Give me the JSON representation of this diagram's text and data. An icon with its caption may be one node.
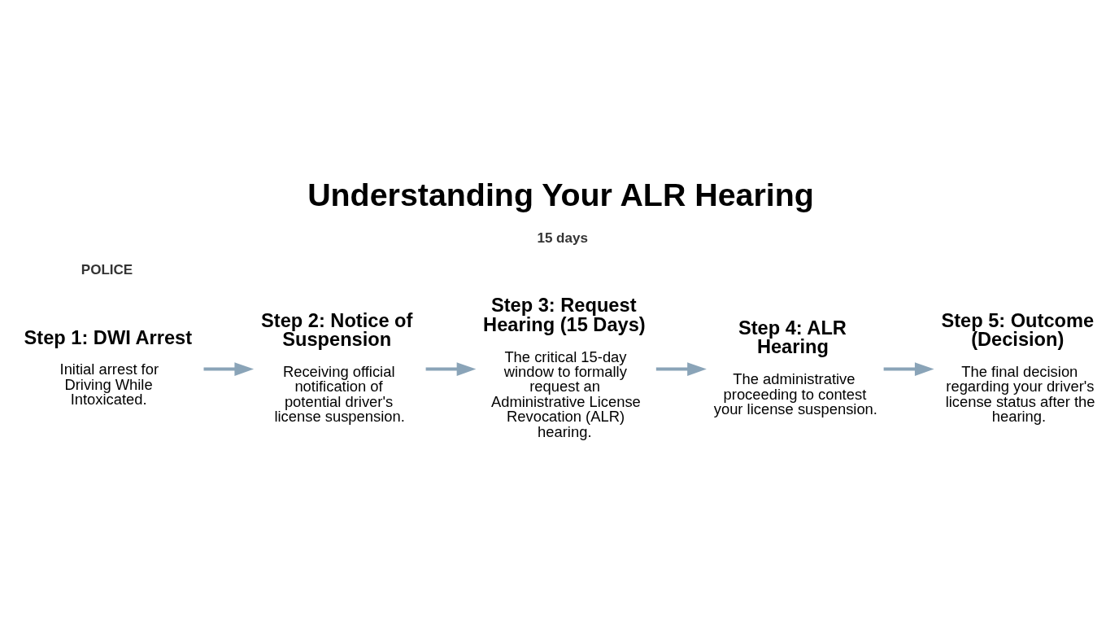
{
  "diagram": {
    "title": "Understanding Your ALR Hearing",
    "nodes": [
      {
        "text": [
          "Step 1: DWI Arrest",
          "Initial arrest for Driving While Intoxicated."
        ]
      },
      {
        "text": [
          "Step 2: Notice of Suspension",
          "Receiving official notification of potential driver's license suspension."
        ]
      },
      {
        "text": [
          "Step 3: Request Hearing (15 Days)",
          "The critical 15-day window to formally request an Administrative License Revocation (ALR) hearing."
        ]
      },
      {
        "text": [
          "Step 4: ALR Hearing",
          "The administrative proceeding to contest your license suspension."
        ]
      },
      {
        "text": [
          "Step 5: Outcome (Decision)",
          "The final decision regarding your driver's license status after the hearing."
        ]
      }
    ],
    "edges": [
      {
        "from": 0,
        "to": 1,
        "arrow": "to"
      },
      {
        "from": 1,
        "to": 2,
        "arrow": "to"
      },
      {
        "from": 2,
        "to": 3,
        "arrow": "to"
      },
      {
        "from": 3,
        "to": 4,
        "arrow": "to"
      }
    ],
    "labels": [
      "POLICE",
      "15 days"
    ]
  }
}
